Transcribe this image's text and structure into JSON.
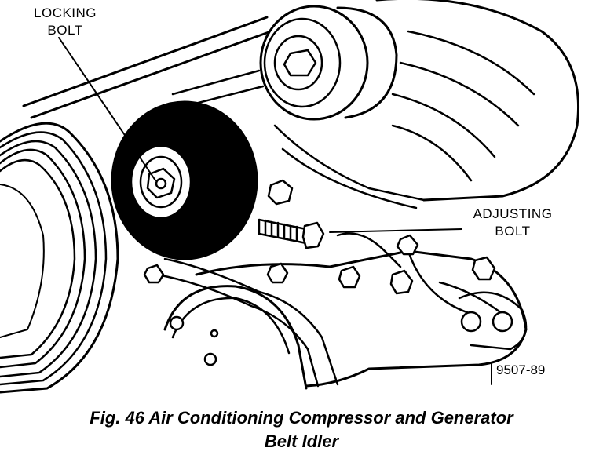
{
  "labels": {
    "locking_bolt": [
      "LOCKING",
      "BOLT"
    ],
    "adjusting_bolt": [
      "ADJUSTING",
      "BOLT"
    ],
    "figure_id": "9507-89"
  },
  "caption": {
    "line1": "Fig. 46 Air Conditioning Compressor and Generator",
    "line2": "Belt Idler"
  }
}
